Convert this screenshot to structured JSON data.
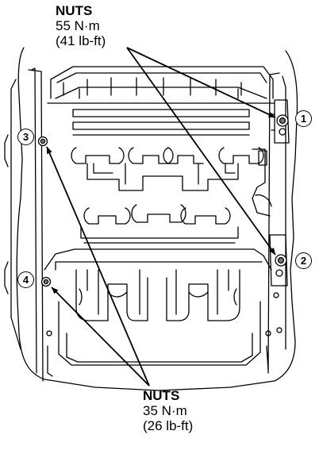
{
  "top_callout": {
    "title": "NUTS",
    "torque_nm": "55 N·m",
    "torque_lbft": "(41 lb-ft)"
  },
  "bottom_callout": {
    "title": "NUTS",
    "torque_nm": "35 N·m",
    "torque_lbft": "(26 lb-ft)"
  },
  "markers": [
    "1",
    "2",
    "3",
    "4"
  ]
}
